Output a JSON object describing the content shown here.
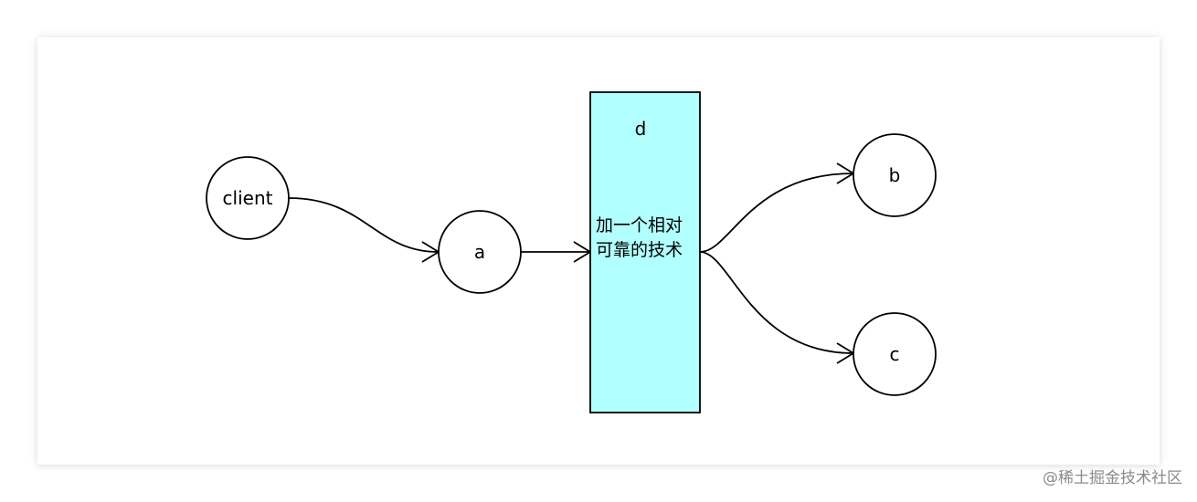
{
  "nodes": {
    "client": "client",
    "a": "a",
    "d": "d",
    "d_desc": "加一个相对可靠的技术",
    "b": "b",
    "c": "c"
  },
  "colors": {
    "box_fill": "#b2ffff",
    "stroke": "#000000",
    "watermark": "#8a8a8a"
  },
  "watermark": "@稀土掘金技术社区"
}
